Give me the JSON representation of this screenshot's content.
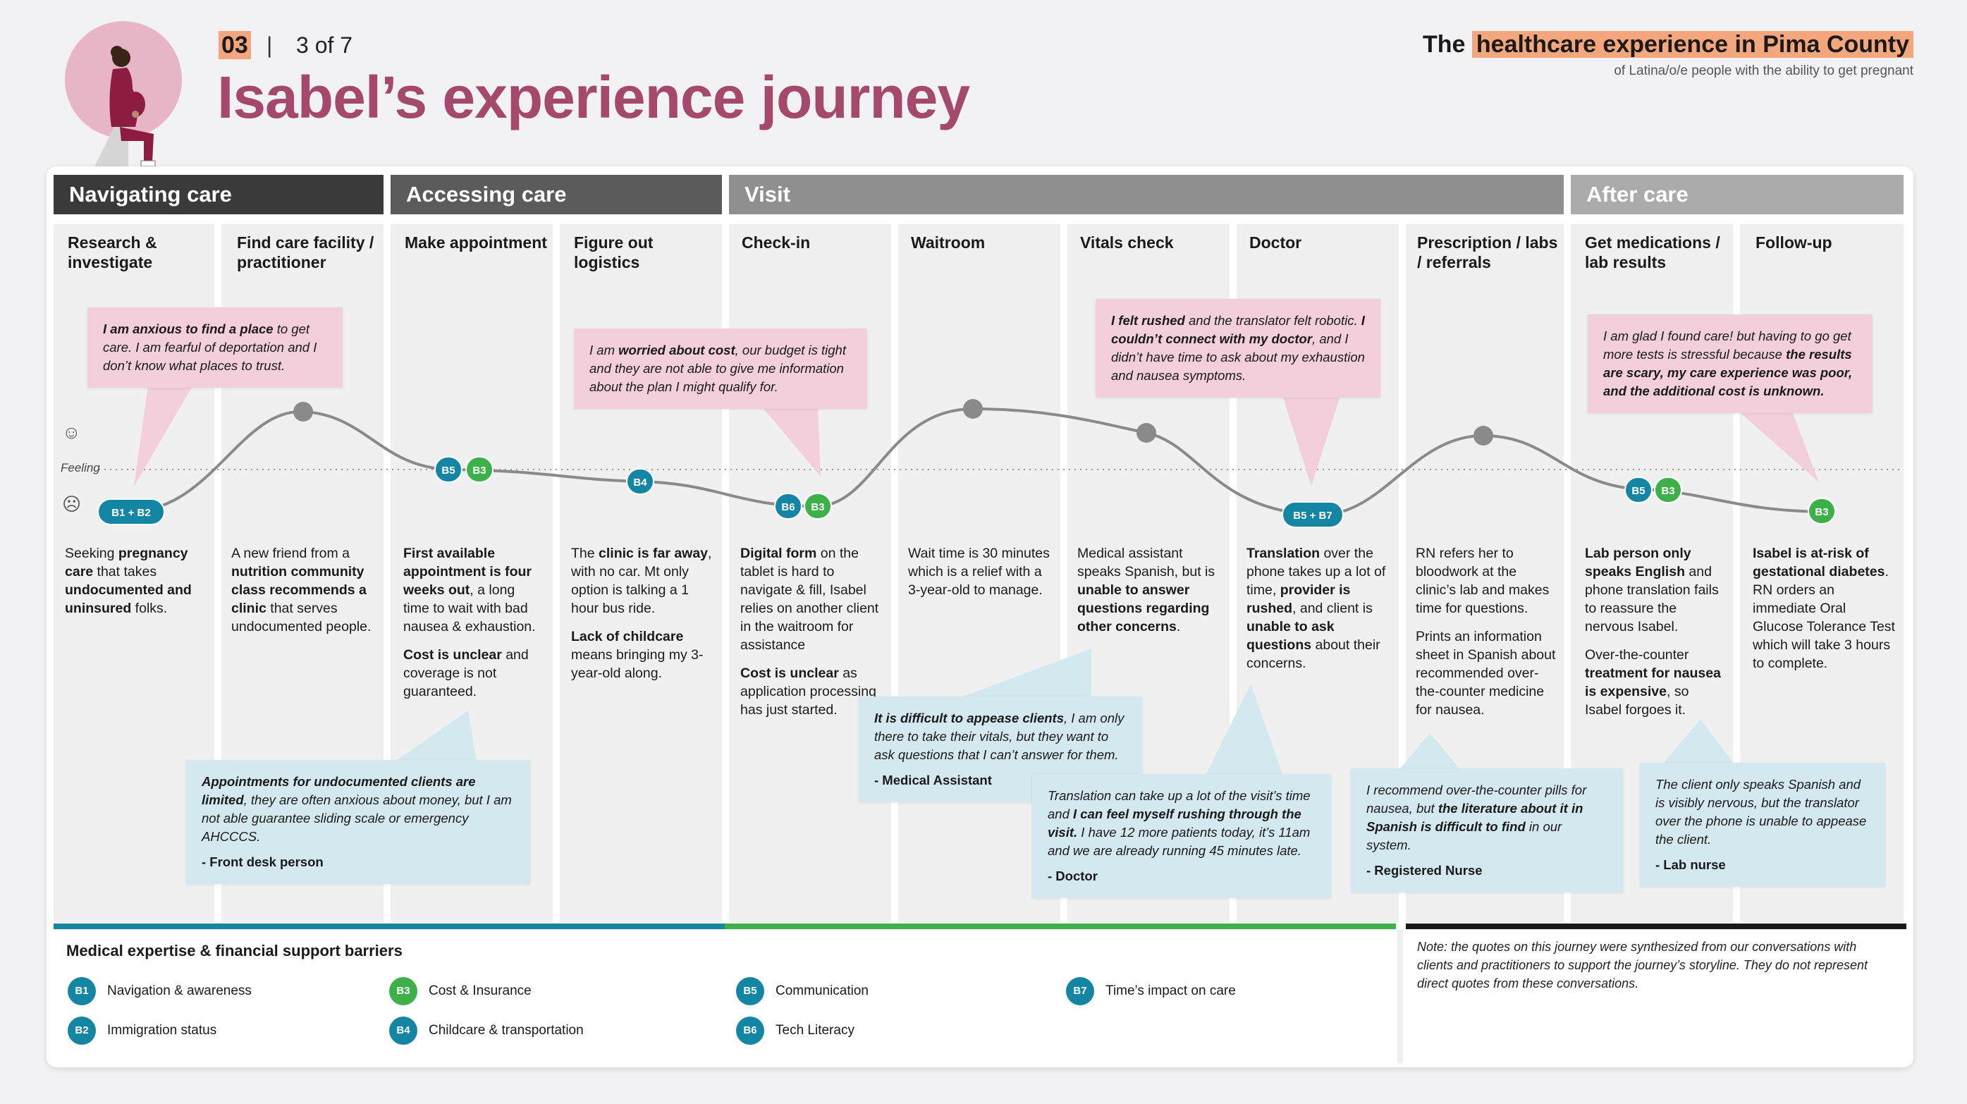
{
  "header": {
    "step_number": "03",
    "step_separator": "|",
    "step_of": "3 of 7",
    "title": "Isabel’s experience journey",
    "brand_prefix": "The",
    "brand_highlight": "healthcare experience in Pima County",
    "brand_subtitle": "of Latina/o/e people with the ability to get pregnant"
  },
  "phases": [
    "Navigating care",
    "Accessing care",
    "Visit",
    "After care"
  ],
  "columns": [
    "Research & investigate",
    "Find care facility / practitioner",
    "Make appointment",
    "Figure out logistics",
    "Check-in",
    "Waitroom",
    "Vitals check",
    "Doctor",
    "Prescription / labs / referrals",
    "Get medications / lab results",
    "Follow-up"
  ],
  "feeling_label": "Feeling",
  "badges": [
    "B1 + B2",
    "B5",
    "B3",
    "B4",
    "B6",
    "B3",
    "B5 + B7",
    "B5",
    "B3",
    "B3"
  ],
  "descriptions": {
    "c1": [
      "Seeking ",
      "pregnancy care",
      " that takes ",
      "undocumented and uninsured",
      " folks."
    ],
    "c2": [
      "A new friend from a ",
      "nutrition community class recommends a clinic",
      " that serves undocumented people."
    ],
    "c3a": [
      "First available appointment is four weeks out",
      ", a long time to wait with bad nausea & exhaustion."
    ],
    "c3b": [
      "Cost is unclear",
      " and coverage is not guaranteed."
    ],
    "c4a": [
      "The ",
      "clinic is far away",
      ", with no car. Mt only option is talking a 1 hour bus ride."
    ],
    "c4b": [
      "Lack of childcare",
      " means bringing my 3-year-old along."
    ],
    "c5a": [
      "Digital form",
      " on the tablet is hard to navigate & fill, Isabel relies on another client in the waitroom for assistance"
    ],
    "c5b": [
      "Cost is unclear",
      " as application processing has just started."
    ],
    "c6": [
      "Wait time is 30 minutes which is a relief with a 3-year-old to manage."
    ],
    "c7": [
      "Medical assistant speaks Spanish, but is ",
      "unable to answer questions regarding other concerns",
      "."
    ],
    "c8": [
      "Translation",
      " over the phone takes up a lot of time, ",
      "provider is rushed",
      ", and client is ",
      "unable to ask questions",
      " about their concerns."
    ],
    "c9a": [
      "RN refers her to bloodwork at the clinic’s lab and makes time for questions."
    ],
    "c9b": [
      "Prints an information sheet in Spanish about recommended over-the-counter medicine for nausea."
    ],
    "c10a": [
      "Lab person only speaks English",
      " and phone translation fails to reassure the nervous Isabel."
    ],
    "c10b": [
      "Over-the-counter ",
      "treatment for nausea is expensive",
      ", so Isabel forgoes it."
    ],
    "c11": [
      "Isabel is at-risk of gestational diabetes",
      ". RN orders an immediate Oral Glucose Tolerance Test which will take 3 hours to complete."
    ]
  },
  "client_quotes": {
    "q1": [
      "I am anxious to find a place",
      " to get care. I am fearful of deportation and I don’t know what places to trust."
    ],
    "q2": [
      "I am ",
      "worried about cost",
      ", our budget is tight and they are not able to give me information about the plan I might qualify for."
    ],
    "q3": [
      "I felt rushed",
      " and the translator felt robotic. ",
      "I couldn’t connect with my doctor",
      ", and I didn’t have time to ask about my exhaustion and nausea symptoms."
    ],
    "q4": [
      "I am glad I found care! but having to go get more tests is stressful because ",
      "the results are scary, my care experience was poor, and the additional cost is unknown."
    ]
  },
  "staff_quotes": {
    "s1": {
      "text": [
        "Appointments for undocumented clients are limited",
        ", they are often anxious about money, but I am not able guarantee sliding scale or emergency AHCCCS."
      ],
      "who": "- Front desk person"
    },
    "s2": {
      "text": [
        "It is difficult to appease clients",
        ", I am only there to take their vitals, but they want to ask questions that I can’t answer for them."
      ],
      "who": "- Medical Assistant"
    },
    "s3": {
      "text": [
        "Translation can take up a lot of the visit’s time and ",
        "I can feel myself rushing through the visit.",
        " I have 12 more patients today, it’s 11am and we are already running 45 minutes late."
      ],
      "who": "- Doctor"
    },
    "s4": {
      "text": [
        "I recommend over-the-counter pills for nausea, but ",
        "the literature about it in Spanish is difficult to find",
        " in our system."
      ],
      "who": "- Registered Nurse"
    },
    "s5": {
      "text": [
        "The client only speaks Spanish and is visibly nervous, but the translator over the phone is unable to appease the client."
      ],
      "who": "- Lab nurse"
    }
  },
  "legend": {
    "title": "Medical expertise & financial support barriers",
    "items": [
      {
        "code": "B1",
        "label": "Navigation & awareness",
        "color": "#1486a3"
      },
      {
        "code": "B2",
        "label": "Immigration status",
        "color": "#1486a3"
      },
      {
        "code": "B3",
        "label": "Cost & Insurance",
        "color": "#3db04a"
      },
      {
        "code": "B4",
        "label": "Childcare & transportation",
        "color": "#1486a3"
      },
      {
        "code": "B5",
        "label": "Communication",
        "color": "#1486a3"
      },
      {
        "code": "B6",
        "label": "Tech Literacy",
        "color": "#1486a3"
      },
      {
        "code": "B7",
        "label": "Time’s impact on care",
        "color": "#1486a3"
      }
    ]
  },
  "note": "Note: the quotes on this journey were synthesized from our conversations with clients and practitioners to support the journey’s storyline. They do not represent direct quotes from these conversations.",
  "colors": {
    "title": "#a5496c",
    "highlight": "#f4a77c",
    "teal": "#1486a3",
    "green": "#3db04a",
    "pink_bubble": "#f2cfdb",
    "blue_bubble": "#d3e9ef"
  }
}
